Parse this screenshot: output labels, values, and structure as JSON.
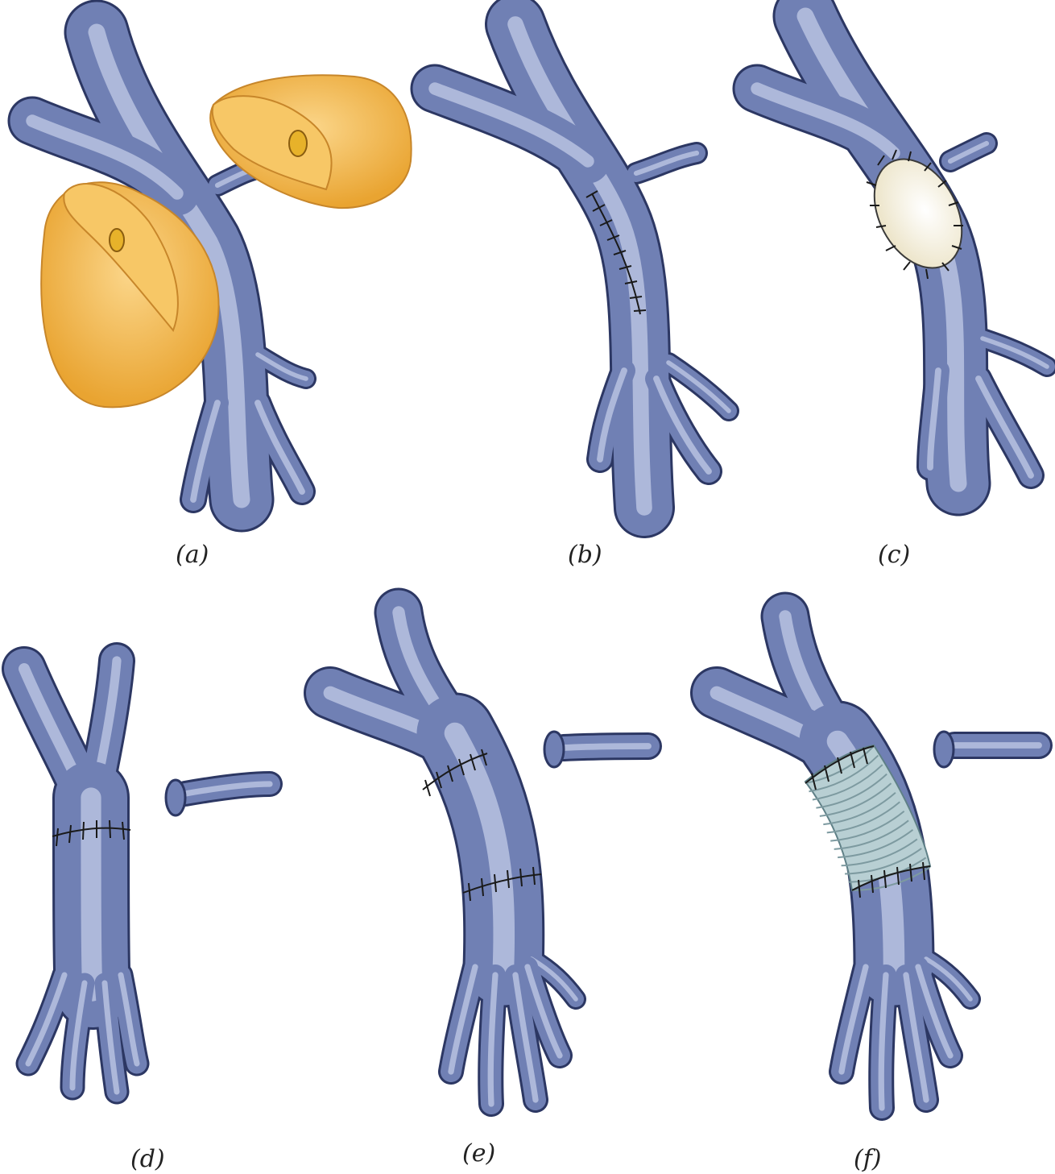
{
  "figure": {
    "panels": [
      {
        "id": "a",
        "label": "(a)"
      },
      {
        "id": "b",
        "label": "(b)"
      },
      {
        "id": "c",
        "label": "(c)"
      },
      {
        "id": "d",
        "label": "(d)"
      },
      {
        "id": "e",
        "label": "(e)"
      },
      {
        "id": "f",
        "label": "(f)"
      }
    ]
  },
  "colors": {
    "vein": "#7080b4",
    "vein_outline": "#2c3763",
    "pancreas": "#f2b84b",
    "patch": "#f4f0e0",
    "graft": "#b8cfd3"
  }
}
